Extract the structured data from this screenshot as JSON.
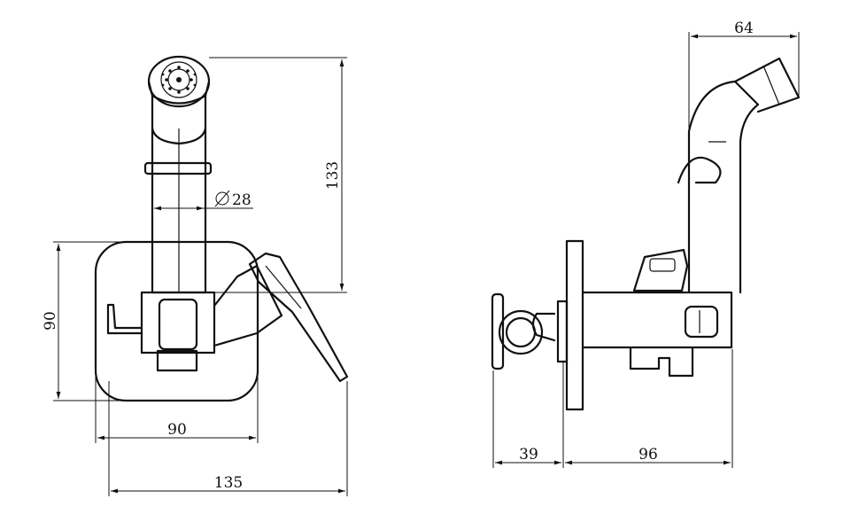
{
  "drawing": {
    "front_view": {
      "height_total": "133",
      "diameter": "28",
      "plate_height": "90",
      "plate_width": "90",
      "overall_width": "135"
    },
    "side_view": {
      "head_width": "64",
      "wall_depth": "39",
      "body_depth": "96"
    },
    "colors": {
      "line": "#111111",
      "background": "#ffffff"
    }
  }
}
